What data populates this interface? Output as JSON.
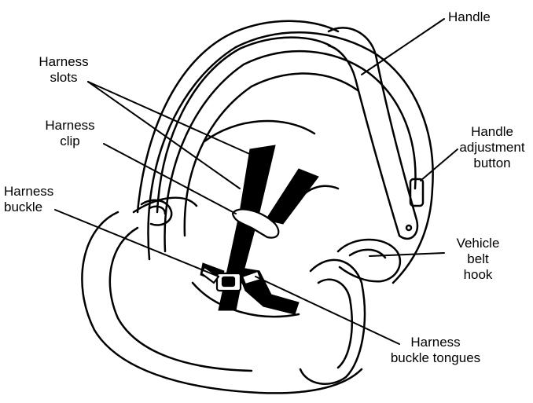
{
  "labels": {
    "handle": "Handle",
    "harness_slots": [
      "Harness",
      "slots"
    ],
    "harness_clip": [
      "Harness",
      "clip"
    ],
    "harness_buckle": [
      "Harness",
      "buckle"
    ],
    "handle_adjustment_button": [
      "Handle",
      "adjustment",
      "button"
    ],
    "vehicle_belt_hook": [
      "Vehicle",
      "belt",
      "hook"
    ],
    "harness_buckle_tongues": [
      "Harness",
      "buckle tongues"
    ]
  },
  "colors": {
    "ink": "#000000",
    "paper": "#ffffff",
    "strap": "#000000"
  }
}
